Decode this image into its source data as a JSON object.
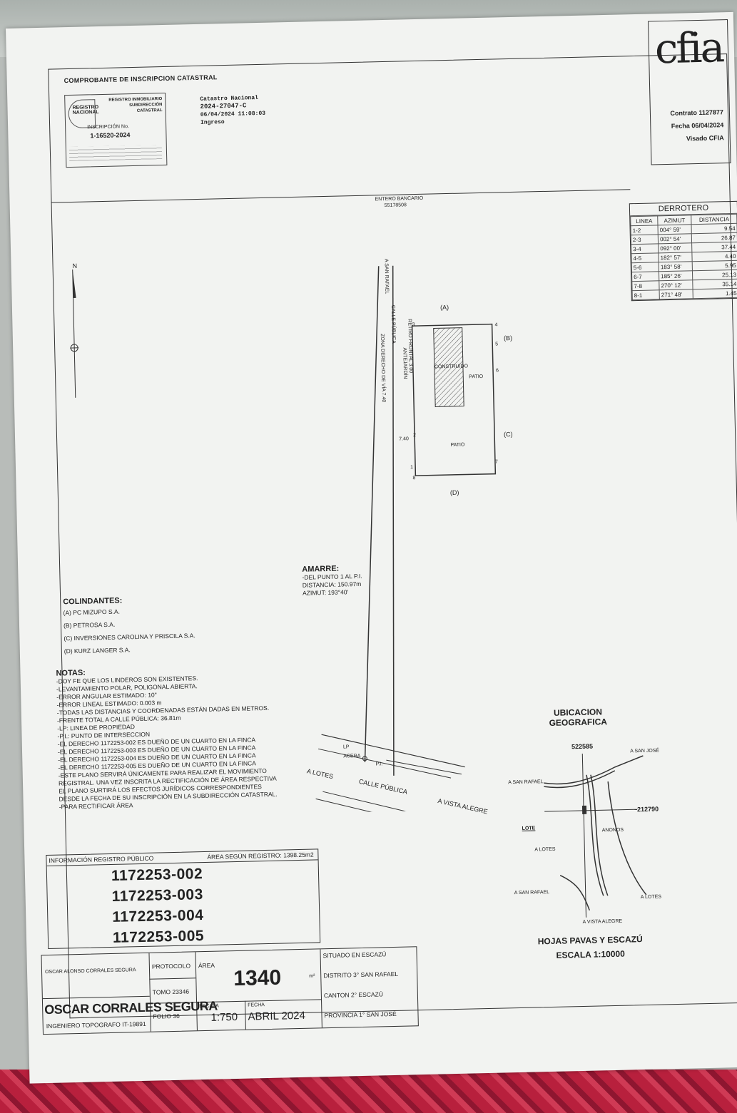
{
  "header": {
    "title": "COMPROBANTE DE INSCRIPCION CATASTRAL",
    "registry_lines": [
      "REGISTRO INMOBILIARIO",
      "SUBDIRECCIÓN",
      "CATASTRAL"
    ],
    "registry_org": "REGISTRO NACIONAL",
    "inscription_label": "INSCRIPCIÓN No.",
    "inscription_number": "1-16520-2024",
    "catastro_label": "Catastro Nacional",
    "catastro_number": "2024-27047-C",
    "catastro_date": "06/04/2024 11:08:03",
    "catastro_status": "Ingreso"
  },
  "cfia": {
    "logo": "cfia",
    "contrato": "Contrato 1127877",
    "fecha": "Fecha 06/04/2024",
    "visado": "Visado CFIA"
  },
  "bank": {
    "label": "ENTERO BANCARIO",
    "number": "55178508"
  },
  "derrotero": {
    "title": "DERROTERO",
    "headers": [
      "LINEA",
      "AZIMUT",
      "DISTANCIA"
    ],
    "rows": [
      [
        "1-2",
        "004° 59'",
        "9.54"
      ],
      [
        "2-3",
        "002° 54'",
        "26.87"
      ],
      [
        "3-4",
        "092° 00'",
        "37.44"
      ],
      [
        "4-5",
        "182° 57'",
        "4.40"
      ],
      [
        "5-6",
        "183° 58'",
        "5.95"
      ],
      [
        "6-7",
        "185° 26'",
        "25.13"
      ],
      [
        "7-8",
        "270° 12'",
        "35.14"
      ],
      [
        "8-1",
        "271° 48'",
        "1.45"
      ]
    ]
  },
  "plan": {
    "street_label": "A SAN RAFAEL",
    "calle_publica": "CALLE PÚBLICA",
    "street_width": "ZONA DERECHO DE VÍA 7.40",
    "antejardin": "ANTEJARDÍN",
    "retiro": "RETIRO FRONTAL 3.00",
    "construido": "CONSTRUIDO",
    "patio1": "PATIO",
    "patio2": "PATIO",
    "neighbor_a": "(A)",
    "neighbor_b": "(B)",
    "neighbor_c": "(C)",
    "neighbor_d": "(D)",
    "points": [
      "1",
      "2",
      "3",
      "4",
      "5",
      "6",
      "7",
      "8"
    ],
    "width_740": "7.40",
    "north": "N",
    "lp": "LP",
    "pi": "P.I.",
    "acera": "ACERA",
    "a_lotes": "A LOTES",
    "calle_publica_bottom": "CALLE PÚBLICA",
    "a_vista_alegre": "A VISTA ALEGRE"
  },
  "amarre": {
    "title": "AMARRE:",
    "lines": [
      "-DEL PUNTO 1 AL P.I.",
      "DISTANCIA: 150.97m",
      "AZIMUT: 193°40'"
    ]
  },
  "colindantes": {
    "title": "COLINDANTES:",
    "items": [
      "(A) PC MIZUPO S.A.",
      "(B) PETROSA S.A.",
      "(C) INVERSIONES CAROLINA Y PRISCILA S.A.",
      "(D) KURZ LANGER S.A."
    ]
  },
  "notas": {
    "title": "NOTAS:",
    "items": [
      "-DOY FE QUE LOS LINDEROS SON EXISTENTES.",
      "-LEVANTAMIENTO POLAR, POLIGONAL ABIERTA.",
      "-ERROR ANGULAR ESTIMADO: 10\"",
      "-ERROR LINEAL ESTIMADO: 0.003 m",
      "-TODAS LAS DISTANCIAS Y COORDENADAS ESTÁN DADAS EN METROS.",
      "-FRENTE TOTAL A CALLE PÚBLICA: 36.81m",
      "-LP: LINEA DE PROPIEDAD",
      "-P.I.: PUNTO DE INTERSECCION",
      "-EL DERECHO 1172253-002 ES DUEÑO DE UN CUARTO EN LA FINCA",
      "-EL DERECHO 1172253-003 ES DUEÑO DE UN CUARTO EN LA FINCA",
      "-EL DERECHO 1172253-004 ES DUEÑO DE UN CUARTO EN LA FINCA",
      "-EL DERECHO 1172253-005 ES DUEÑO DE UN CUARTO EN LA FINCA",
      "-ESTE PLANO SERVIRÁ ÚNICAMENTE PARA REALIZAR EL MOVIMIENTO",
      "REGISTRAL. UNA VEZ INSCRITA LA RECTIFICACIÓN DE ÁREA RESPECTIVA",
      "EL PLANO SURTIRÁ LOS EFECTOS JURÍDICOS CORRESPONDIENTES",
      "DESDE LA FECHA DE SU INSCRIPCIÓN EN LA SUBDIRECCIÓN CATASTRAL.",
      "-PARA RECTIFICAR ÁREA"
    ]
  },
  "registro": {
    "label": "INFORMACIÓN REGISTRO PÚBLICO",
    "area_label": "ÁREA SEGÚN REGISTRO: 1398.25m2",
    "numbers": [
      "1172253-002",
      "1172253-003",
      "1172253-004",
      "1172253-005"
    ]
  },
  "title_block": {
    "engineer": "OSCAR CORRALES SEGURA",
    "engineer_title": "INGENIERO TOPOGRAFO IT-19891",
    "sig_small": "OSCAR ALONSO CORRALES SEGURA",
    "protocolo": "PROTOCOLO",
    "tomo": "TOMO 23346",
    "folio": "FOLIO 36",
    "area_label": "ÁREA",
    "area": "1340",
    "area_unit": "m²",
    "escala_label": "ESCALA",
    "escala": "1:750",
    "fecha_label": "FECHA",
    "fecha": "ABRIL 2024",
    "situado": "SITUADO EN ESCAZÚ",
    "distrito": "DISTRITO 3° SAN RAFAEL",
    "canton": "CANTON 2° ESCAZÚ",
    "provincia": "PROVINCIA 1° SAN JOSÉ"
  },
  "location": {
    "title": "UBICACION GEOGRAFICA",
    "coord_x": "522585",
    "coord_y": "212790",
    "labels": [
      "A SAN JOSÉ",
      "A SAN RAFAEL",
      "ANONOS",
      "LOTE",
      "A LOTES",
      "A SAN RAFAEL",
      "A LOTES",
      "A VISTA ALEGRE"
    ],
    "sheet": "HOJAS PAVAS Y ESCAZÚ",
    "scale": "ESCALA 1:10000"
  }
}
